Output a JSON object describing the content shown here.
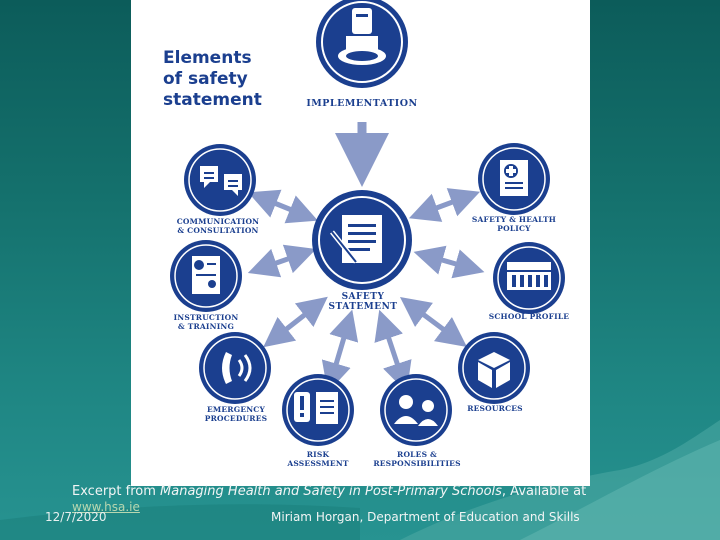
{
  "slide": {
    "title_lines": [
      "Elements",
      "of safety",
      "statement"
    ],
    "excerpt_prefix": "Excerpt from ",
    "excerpt_title": "Managing Health and Safety in Post-Primary Schools",
    "excerpt_suffix": ", Available at",
    "link_text": "www.hsa.ie",
    "date": "12/7/2020",
    "author": "Miriam Horgan, Department of Education and Skills"
  },
  "diagram": {
    "implementation": "IMPLEMENTATION",
    "center": [
      "SAFETY",
      "STATEMENT"
    ],
    "communication": [
      "COMMUNICATION",
      "& CONSULTATION"
    ],
    "safety_health_policy": [
      "SAFETY & HEALTH",
      "POLICY"
    ],
    "instruction_training": [
      "INSTRUCTION",
      "& TRAINING"
    ],
    "school_profile": [
      "SCHOOL PROFILE"
    ],
    "emergency_procedures": [
      "EMERGENCY",
      "PROCEDURES"
    ],
    "resources": [
      "RESOURCES"
    ],
    "risk_assessment": [
      "RISK",
      "ASSESSMENT"
    ],
    "roles_responsibilities": [
      "ROLES &",
      "RESPONSIBILITIES"
    ],
    "colors": {
      "navy": "#1b3f8f",
      "arrow": "#8a9ac8",
      "ring": "#c9d2e8"
    }
  }
}
